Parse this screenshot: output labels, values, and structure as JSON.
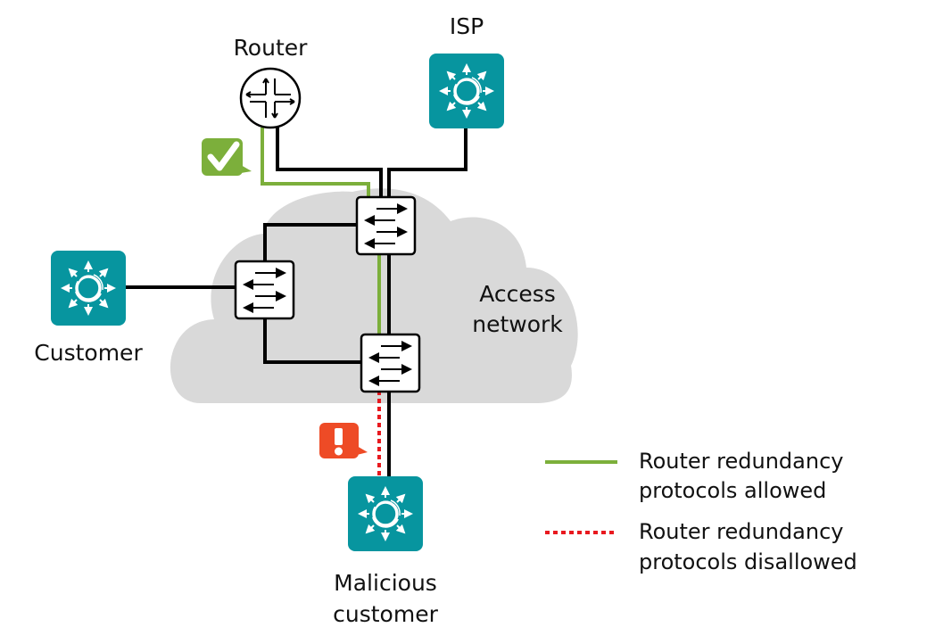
{
  "diagram": {
    "colors": {
      "teal": "#07959F",
      "green": "#7CAF3B",
      "red_dotted": "#E8191F",
      "alert": "#EE4B26",
      "cloud": "#D9D9D9",
      "black": "#000000"
    },
    "nodes": {
      "router": {
        "label": "Router",
        "icon": "router-icon"
      },
      "isp": {
        "label": "ISP",
        "icon": "wireless-hub-icon"
      },
      "customer": {
        "label": "Customer",
        "icon": "wireless-hub-icon"
      },
      "malicious": {
        "label_line1": "Malicious",
        "label_line2": "customer",
        "icon": "wireless-hub-icon"
      },
      "cloud": {
        "label_line1": "Access",
        "label_line2": "network"
      },
      "switches": [
        {
          "id": "switch-top",
          "icon": "switch-icon"
        },
        {
          "id": "switch-left",
          "icon": "switch-icon"
        },
        {
          "id": "switch-bottom",
          "icon": "switch-icon"
        }
      ],
      "badges": [
        {
          "id": "allowed-badge",
          "icon": "checkmark-icon"
        },
        {
          "id": "disallowed-badge",
          "icon": "exclamation-icon"
        }
      ]
    },
    "legend": [
      {
        "style": "solid-green",
        "line1": "Router redundancy",
        "line2": "protocols allowed"
      },
      {
        "style": "dotted-red",
        "line1": "Router redundancy",
        "line2": "protocols disallowed"
      }
    ]
  }
}
